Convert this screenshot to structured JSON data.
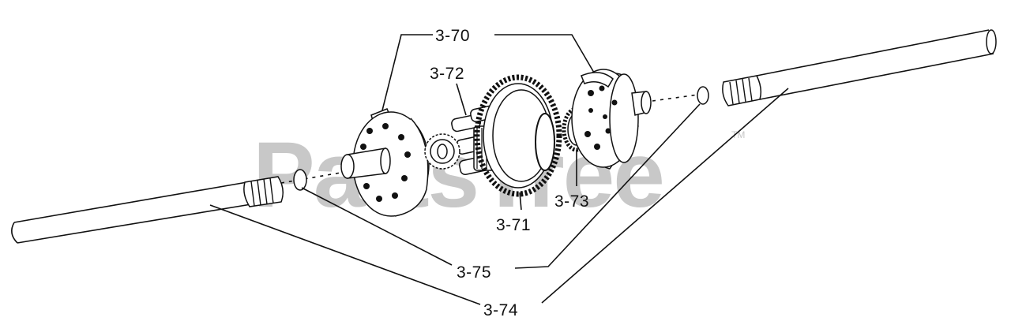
{
  "watermark": {
    "text": "PartsTree",
    "trademark": "TM"
  },
  "callouts": {
    "c3_70": "3-70",
    "c3_72": "3-72",
    "c3_71": "3-71",
    "c3_73": "3-73",
    "c3_75": "3-75",
    "c3_74": "3-74"
  }
}
